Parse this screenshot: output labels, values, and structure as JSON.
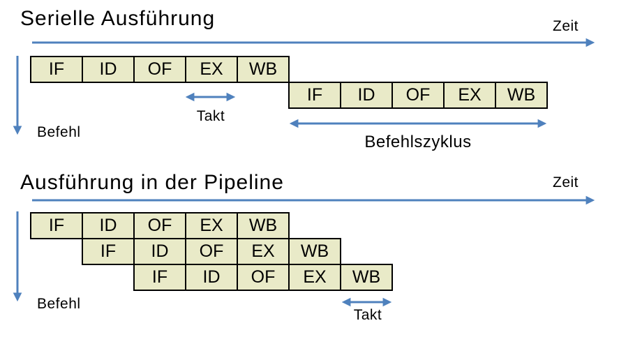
{
  "colors": {
    "arrow_blue": "#4F81BD",
    "box_fill": "#E9EAC8",
    "box_border": "#000000",
    "text": "#000000",
    "background": "#FFFFFF"
  },
  "serial_section": {
    "title": "Serielle Ausführung",
    "time_axis_label": "Zeit",
    "instruction_axis_label": "Befehl",
    "clock_label": "Takt",
    "cycle_label": "Befehlszyklus",
    "instructions": [
      {
        "stages": [
          "IF",
          "ID",
          "OF",
          "EX",
          "WB"
        ]
      },
      {
        "stages": [
          "IF",
          "ID",
          "OF",
          "EX",
          "WB"
        ]
      }
    ]
  },
  "pipeline_section": {
    "title": "Ausführung in der Pipeline",
    "time_axis_label": "Zeit",
    "instruction_axis_label": "Befehl",
    "clock_label": "Takt",
    "instructions": [
      {
        "stages": [
          "IF",
          "ID",
          "OF",
          "EX",
          "WB"
        ]
      },
      {
        "stages": [
          "IF",
          "ID",
          "OF",
          "EX",
          "WB"
        ]
      },
      {
        "stages": [
          "IF",
          "ID",
          "OF",
          "EX",
          "WB"
        ]
      }
    ]
  }
}
